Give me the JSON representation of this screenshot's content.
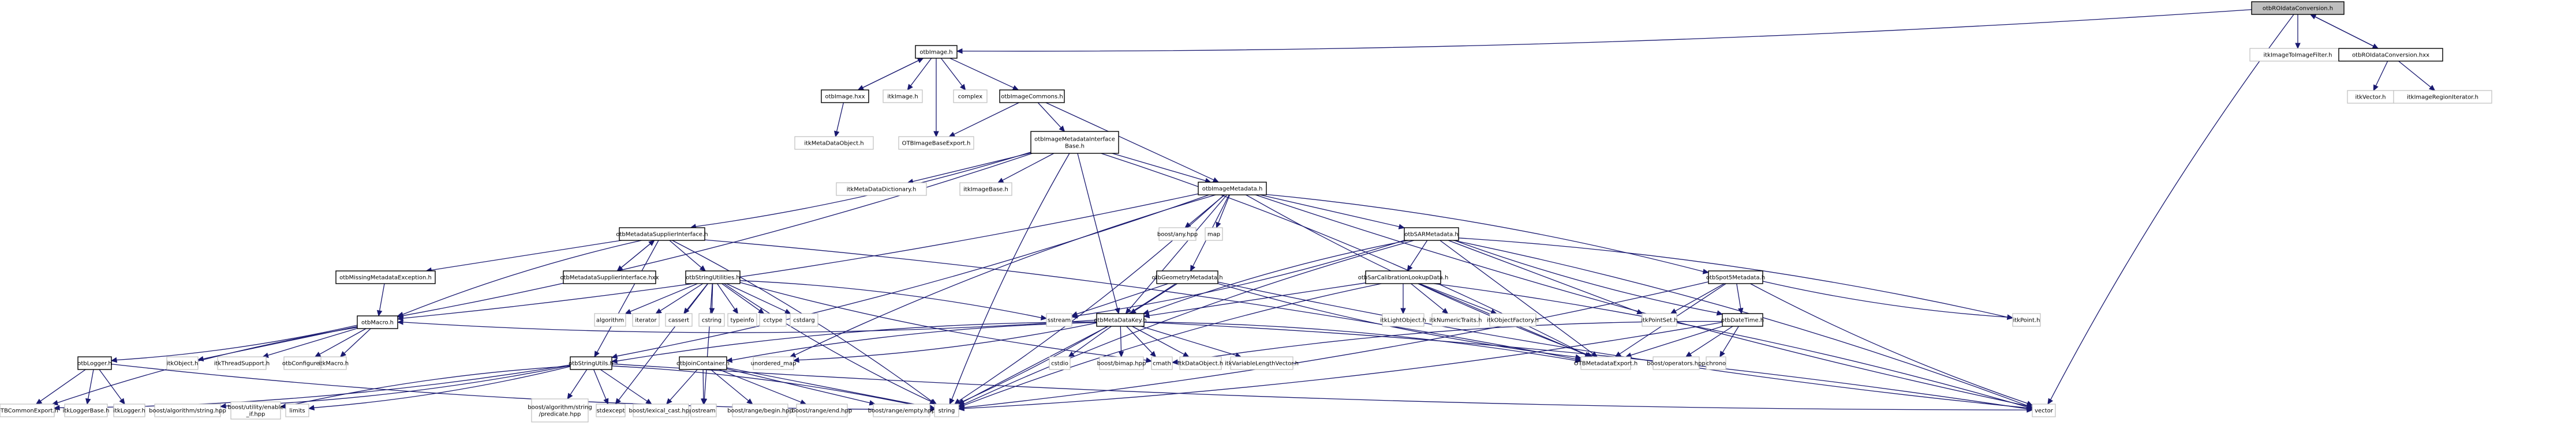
{
  "title": "otbROIdataConversion.h include dependency graph",
  "colors": {
    "edge": "#191970",
    "root_fill": "#bfbfbf",
    "internal_border": "#000000",
    "external_border": "#bfbfbf"
  },
  "nodes": [
    {
      "id": "roi_h",
      "label": "otbROIdataConversion.h",
      "kind": "root"
    },
    {
      "id": "itkImageToImageFilter",
      "label": "itkImageToImageFilter.h",
      "kind": "external"
    },
    {
      "id": "roi_hxx",
      "label": "otbROIdataConversion.hxx",
      "kind": "internal"
    },
    {
      "id": "itkVector",
      "label": "itkVector.h",
      "kind": "external"
    },
    {
      "id": "itkImageRegionIterator",
      "label": "itkImageRegionIterator.h",
      "kind": "external"
    },
    {
      "id": "otbImage_h",
      "label": "otbImage.h",
      "kind": "internal"
    },
    {
      "id": "otbImage_hxx",
      "label": "otbImage.hxx",
      "kind": "internal"
    },
    {
      "id": "itkImage",
      "label": "itkImage.h",
      "kind": "external"
    },
    {
      "id": "complex",
      "label": "complex",
      "kind": "external"
    },
    {
      "id": "otbImageCommons",
      "label": "otbImageCommons.h",
      "kind": "internal"
    },
    {
      "id": "itkMetaDataObject",
      "label": "itkMetaDataObject.h",
      "kind": "external"
    },
    {
      "id": "OTBImageBaseExport",
      "label": "OTBImageBaseExport.h",
      "kind": "external"
    },
    {
      "id": "otbImageMetadataInterfaceBase",
      "label": "otbImageMetadataInterface\nBase.h",
      "kind": "internal"
    },
    {
      "id": "itkMetaDataDictionary",
      "label": "itkMetaDataDictionary.h",
      "kind": "external"
    },
    {
      "id": "itkImageBase",
      "label": "itkImageBase.h",
      "kind": "external"
    },
    {
      "id": "otbImageMetadata",
      "label": "otbImageMetadata.h",
      "kind": "internal"
    },
    {
      "id": "otbMetadataSupplierInterface",
      "label": "otbMetadataSupplierInterface.h",
      "kind": "internal"
    },
    {
      "id": "boostAny",
      "label": "boost/any.hpp",
      "kind": "external"
    },
    {
      "id": "map",
      "label": "map",
      "kind": "external"
    },
    {
      "id": "otbSARMetadata",
      "label": "otbSARMetadata.h",
      "kind": "internal"
    },
    {
      "id": "otbMissingMetadataException",
      "label": "otbMissingMetadataException.h",
      "kind": "internal"
    },
    {
      "id": "otbMetadataSupplierInterface_hxx",
      "label": "otbMetadataSupplierInterface.hxx",
      "kind": "internal"
    },
    {
      "id": "otbStringUtilities",
      "label": "otbStringUtilities.h",
      "kind": "internal"
    },
    {
      "id": "otbGeometryMetadata",
      "label": "otbGeometryMetadata.h",
      "kind": "internal"
    },
    {
      "id": "otbSarCalibrationLookupData",
      "label": "otbSarCalibrationLookupData.h",
      "kind": "internal"
    },
    {
      "id": "otbSpot5Metadata",
      "label": "otbSpot5Metadata.h",
      "kind": "internal"
    },
    {
      "id": "otbMacro",
      "label": "otbMacro.h",
      "kind": "internal"
    },
    {
      "id": "algorithm",
      "label": "algorithm",
      "kind": "external"
    },
    {
      "id": "iterator",
      "label": "iterator",
      "kind": "external"
    },
    {
      "id": "cassert",
      "label": "cassert",
      "kind": "external"
    },
    {
      "id": "cstring",
      "label": "cstring",
      "kind": "external"
    },
    {
      "id": "typeinfo",
      "label": "typeinfo",
      "kind": "external"
    },
    {
      "id": "cctype",
      "label": "cctype",
      "kind": "external"
    },
    {
      "id": "cstdarg",
      "label": "cstdarg",
      "kind": "external"
    },
    {
      "id": "sstream",
      "label": "sstream",
      "kind": "external"
    },
    {
      "id": "otbMetaDataKey",
      "label": "otbMetaDataKey.h",
      "kind": "internal"
    },
    {
      "id": "itkLightObject",
      "label": "itkLightObject.h",
      "kind": "external"
    },
    {
      "id": "itkNumericTraits",
      "label": "itkNumericTraits.h",
      "kind": "external"
    },
    {
      "id": "itkObjectFactory",
      "label": "itkObjectFactory.h",
      "kind": "external"
    },
    {
      "id": "itkPointSet",
      "label": "itkPointSet.h",
      "kind": "external"
    },
    {
      "id": "otbDateTime",
      "label": "otbDateTime.h",
      "kind": "internal"
    },
    {
      "id": "itkPoint",
      "label": "itkPoint.h",
      "kind": "external"
    },
    {
      "id": "otbLogger",
      "label": "otbLogger.h",
      "kind": "internal"
    },
    {
      "id": "itkObject",
      "label": "itkObject.h",
      "kind": "external"
    },
    {
      "id": "itkThreadSupport",
      "label": "itkThreadSupport.h",
      "kind": "external"
    },
    {
      "id": "otbConfigure",
      "label": "otbConfigure.h",
      "kind": "external"
    },
    {
      "id": "itkMacro",
      "label": "itkMacro.h",
      "kind": "external"
    },
    {
      "id": "otbStringUtils",
      "label": "otbStringUtils.h",
      "kind": "internal"
    },
    {
      "id": "otbJoinContainer",
      "label": "otbJoinContainer.h",
      "kind": "internal"
    },
    {
      "id": "unordered_map",
      "label": "unordered_map",
      "kind": "external"
    },
    {
      "id": "cstdio",
      "label": "cstdio",
      "kind": "external"
    },
    {
      "id": "boostBimap",
      "label": "boost/bimap.hpp",
      "kind": "external"
    },
    {
      "id": "cmath",
      "label": "cmath",
      "kind": "external"
    },
    {
      "id": "itkDataObject",
      "label": "itkDataObject.h",
      "kind": "external"
    },
    {
      "id": "itkVariableLengthVector",
      "label": "itkVariableLengthVector.h",
      "kind": "external"
    },
    {
      "id": "OTBMetadataExport",
      "label": "OTBMetadataExport.h",
      "kind": "external"
    },
    {
      "id": "boostOperators",
      "label": "boost/operators.hpp",
      "kind": "external"
    },
    {
      "id": "chrono",
      "label": "chrono",
      "kind": "external"
    },
    {
      "id": "OTBCommonExport",
      "label": "OTBCommonExport.h",
      "kind": "external"
    },
    {
      "id": "itkLoggerBase",
      "label": "itkLoggerBase.h",
      "kind": "external"
    },
    {
      "id": "itkLogger",
      "label": "itkLogger.h",
      "kind": "external"
    },
    {
      "id": "boostAlgorithmString",
      "label": "boost/algorithm/string.hpp",
      "kind": "external"
    },
    {
      "id": "boostEnableIf",
      "label": "boost/utility/enable\n_if.hpp",
      "kind": "external"
    },
    {
      "id": "limits",
      "label": "limits",
      "kind": "external"
    },
    {
      "id": "boostPredicate",
      "label": "boost/algorithm/string\n/predicate.hpp",
      "kind": "external"
    },
    {
      "id": "stdexcept",
      "label": "stdexcept",
      "kind": "external"
    },
    {
      "id": "boostLexicalCast",
      "label": "boost/lexical_cast.hpp",
      "kind": "external"
    },
    {
      "id": "ostream",
      "label": "ostream",
      "kind": "external"
    },
    {
      "id": "boostRangeBegin",
      "label": "boost/range/begin.hpp",
      "kind": "external"
    },
    {
      "id": "boostRangeEnd",
      "label": "boost/range/end.hpp",
      "kind": "external"
    },
    {
      "id": "boostRangeEmpty",
      "label": "boost/range/empty.hpp",
      "kind": "external"
    },
    {
      "id": "string",
      "label": "string",
      "kind": "external"
    },
    {
      "id": "vector",
      "label": "vector",
      "kind": "external"
    }
  ],
  "edges": [
    [
      "roi_h",
      "otbImage_h"
    ],
    [
      "roi_h",
      "itkImageToImageFilter"
    ],
    [
      "roi_h",
      "roi_hxx"
    ],
    [
      "roi_h",
      "vector"
    ],
    [
      "roi_hxx",
      "roi_h"
    ],
    [
      "roi_hxx",
      "itkVector"
    ],
    [
      "roi_hxx",
      "itkImageRegionIterator"
    ],
    [
      "otbImage_h",
      "otbImage_hxx"
    ],
    [
      "otbImage_h",
      "itkImage"
    ],
    [
      "otbImage_h",
      "complex"
    ],
    [
      "otbImage_h",
      "otbImageCommons"
    ],
    [
      "otbImage_h",
      "OTBImageBaseExport"
    ],
    [
      "otbImage_hxx",
      "otbImage_h"
    ],
    [
      "otbImage_hxx",
      "itkMetaDataObject"
    ],
    [
      "otbImageCommons",
      "OTBImageBaseExport"
    ],
    [
      "otbImageCommons",
      "otbImageMetadataInterfaceBase"
    ],
    [
      "otbImageCommons",
      "otbImageMetadata"
    ],
    [
      "otbImageMetadataInterfaceBase",
      "itkMetaDataDictionary"
    ],
    [
      "otbImageMetadataInterfaceBase",
      "itkImageBase"
    ],
    [
      "otbImageMetadataInterfaceBase",
      "otbImageMetadata"
    ],
    [
      "otbImageMetadataInterfaceBase",
      "otbMetadataSupplierInterface"
    ],
    [
      "otbImageMetadataInterfaceBase",
      "otbMetaDataKey"
    ],
    [
      "otbImageMetadataInterfaceBase",
      "OTBMetadataExport"
    ],
    [
      "otbImageMetadataInterfaceBase",
      "string"
    ],
    [
      "otbImageMetadataInterfaceBase",
      "otbMacro"
    ],
    [
      "otbImageMetadata",
      "boostAny"
    ],
    [
      "otbImageMetadata",
      "map"
    ],
    [
      "otbImageMetadata",
      "otbSARMetadata"
    ],
    [
      "otbImageMetadata",
      "otbGeometryMetadata"
    ],
    [
      "otbImageMetadata",
      "otbMetaDataKey"
    ],
    [
      "otbImageMetadata",
      "otbSpot5Metadata"
    ],
    [
      "otbImageMetadata",
      "OTBMetadataExport"
    ],
    [
      "otbImageMetadata",
      "otbStringUtils"
    ],
    [
      "otbImageMetadata",
      "unordered_map"
    ],
    [
      "otbImageMetadata",
      "string"
    ],
    [
      "otbImageMetadata",
      "vector"
    ],
    [
      "otbImageMetadata",
      "otbMacro"
    ],
    [
      "otbMetadataSupplierInterface",
      "otbMissingMetadataException"
    ],
    [
      "otbMetadataSupplierInterface",
      "otbMetadataSupplierInterface_hxx"
    ],
    [
      "otbMetadataSupplierInterface",
      "otbStringUtilities"
    ],
    [
      "otbMetadataSupplierInterface",
      "OTBMetadataExport"
    ],
    [
      "otbMetadataSupplierInterface",
      "otbStringUtils"
    ],
    [
      "otbMetadataSupplierInterface",
      "string"
    ],
    [
      "otbMetadataSupplierInterface",
      "otbMacro"
    ],
    [
      "otbMetadataSupplierInterface_hxx",
      "otbMetadataSupplierInterface"
    ],
    [
      "otbMissingMetadataException",
      "otbMacro"
    ],
    [
      "otbStringUtilities",
      "algorithm"
    ],
    [
      "otbStringUtilities",
      "iterator"
    ],
    [
      "otbStringUtilities",
      "cassert"
    ],
    [
      "otbStringUtilities",
      "cstring"
    ],
    [
      "otbStringUtilities",
      "typeinfo"
    ],
    [
      "otbStringUtilities",
      "cctype"
    ],
    [
      "otbStringUtilities",
      "cstdarg"
    ],
    [
      "otbStringUtilities",
      "string"
    ],
    [
      "otbStringUtilities",
      "stdexcept"
    ],
    [
      "otbStringUtilities",
      "ostream"
    ],
    [
      "otbStringUtilities",
      "sstream"
    ],
    [
      "otbStringUtilities",
      "cmath"
    ],
    [
      "otbSARMetadata",
      "otbSarCalibrationLookupData"
    ],
    [
      "otbSARMetadata",
      "otbMetaDataKey"
    ],
    [
      "otbSARMetadata",
      "OTBMetadataExport"
    ],
    [
      "otbSARMetadata",
      "itkPointSet"
    ],
    [
      "otbSARMetadata",
      "itkPoint"
    ],
    [
      "otbSARMetadata",
      "otbDateTime"
    ],
    [
      "otbSARMetadata",
      "sstream"
    ],
    [
      "otbSARMetadata",
      "string"
    ],
    [
      "otbSARMetadata",
      "vector"
    ],
    [
      "otbGeometryMetadata",
      "sstream"
    ],
    [
      "otbGeometryMetadata",
      "otbMetaDataKey"
    ],
    [
      "otbGeometryMetadata",
      "OTBMetadataExport"
    ],
    [
      "otbGeometryMetadata",
      "string"
    ],
    [
      "otbGeometryMetadata",
      "vector"
    ],
    [
      "otbSarCalibrationLookupData",
      "itkLightObject"
    ],
    [
      "otbSarCalibrationLookupData",
      "itkNumericTraits"
    ],
    [
      "otbSarCalibrationLookupData",
      "itkObjectFactory"
    ],
    [
      "otbSarCalibrationLookupData",
      "OTBMetadataExport"
    ],
    [
      "otbSarCalibrationLookupData",
      "otbMetaDataKey"
    ],
    [
      "otbSarCalibrationLookupData",
      "string"
    ],
    [
      "otbSarCalibrationLookupData",
      "vector"
    ],
    [
      "otbSpot5Metadata",
      "itkPointSet"
    ],
    [
      "otbSpot5Metadata",
      "otbDateTime"
    ],
    [
      "otbSpot5Metadata",
      "itkPoint"
    ],
    [
      "otbSpot5Metadata",
      "OTBMetadataExport"
    ],
    [
      "otbSpot5Metadata",
      "vector"
    ],
    [
      "otbSpot5Metadata",
      "string"
    ],
    [
      "otbMetaDataKey",
      "cstdio"
    ],
    [
      "otbMetaDataKey",
      "boostBimap"
    ],
    [
      "otbMetaDataKey",
      "cmath"
    ],
    [
      "otbMetaDataKey",
      "itkDataObject"
    ],
    [
      "otbMetaDataKey",
      "itkVariableLengthVector"
    ],
    [
      "otbMetaDataKey",
      "OTBMetadataExport"
    ],
    [
      "otbMetaDataKey",
      "string"
    ],
    [
      "otbMetaDataKey",
      "vector"
    ],
    [
      "otbMetaDataKey",
      "otbStringUtils"
    ],
    [
      "otbMetaDataKey",
      "otbMacro"
    ],
    [
      "otbMetaDataKey",
      "otbJoinContainer"
    ],
    [
      "otbMetaDataKey",
      "unordered_map"
    ],
    [
      "otbDateTime",
      "OTBMetadataExport"
    ],
    [
      "otbDateTime",
      "boostOperators"
    ],
    [
      "otbDateTime",
      "chrono"
    ],
    [
      "otbDateTime",
      "string"
    ],
    [
      "otbDateTime",
      "cmath"
    ],
    [
      "otbMacro",
      "otbLogger"
    ],
    [
      "otbMacro",
      "itkObject"
    ],
    [
      "otbMacro",
      "itkThreadSupport"
    ],
    [
      "otbMacro",
      "otbConfigure"
    ],
    [
      "otbMacro",
      "itkMacro"
    ],
    [
      "otbMacro",
      "OTBCommonExport"
    ],
    [
      "otbLogger",
      "OTBCommonExport"
    ],
    [
      "otbLogger",
      "itkLoggerBase"
    ],
    [
      "otbLogger",
      "itkLogger"
    ],
    [
      "otbLogger",
      "string"
    ],
    [
      "otbStringUtils",
      "boostAlgorithmString"
    ],
    [
      "otbStringUtils",
      "boostEnableIf"
    ],
    [
      "otbStringUtils",
      "limits"
    ],
    [
      "otbStringUtils",
      "boostPredicate"
    ],
    [
      "otbStringUtils",
      "stdexcept"
    ],
    [
      "otbStringUtils",
      "boostLexicalCast"
    ],
    [
      "otbStringUtils",
      "string"
    ],
    [
      "otbStringUtils",
      "vector"
    ],
    [
      "otbStringUtils",
      "OTBCommonExport"
    ],
    [
      "otbJoinContainer",
      "ostream"
    ],
    [
      "otbJoinContainer",
      "boostRangeBegin"
    ],
    [
      "otbJoinContainer",
      "boostRangeEnd"
    ],
    [
      "otbJoinContainer",
      "boostRangeEmpty"
    ],
    [
      "otbJoinContainer",
      "boostLexicalCast"
    ],
    [
      "otbJoinContainer",
      "string"
    ]
  ]
}
